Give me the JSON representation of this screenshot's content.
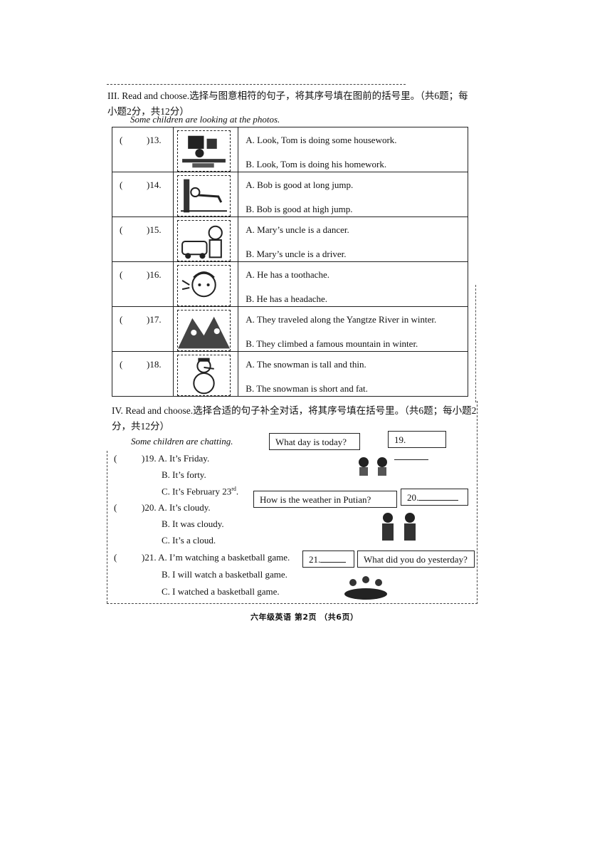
{
  "section3": {
    "title": "III. Read and choose.选择与图意相符的句子，将其序号填在图前的括号里。（共6题；每小题2分，共12分）",
    "subtitle": "Some children are looking at the photos.",
    "items": [
      {
        "paren": "(",
        "num": ")13.",
        "a": "A. Look, Tom is doing some housework.",
        "b": "B. Look, Tom is doing his homework.",
        "image": "boy-at-desk-icon"
      },
      {
        "paren": "(",
        "num": ")14.",
        "a": "A. Bob is good at long jump.",
        "b": "B. Bob is good at high jump.",
        "image": "high-jump-icon"
      },
      {
        "paren": "(",
        "num": ")15.",
        "a": "A. Mary’s uncle is a dancer.",
        "b": "B. Mary’s uncle is a driver.",
        "image": "driver-car-icon"
      },
      {
        "paren": "(",
        "num": ")16.",
        "a": "A. He has a toothache.",
        "b": "B. He has a headache.",
        "image": "headache-icon"
      },
      {
        "paren": "(",
        "num": ")17.",
        "a": "A. They traveled along the Yangtze River in winter.",
        "b": "B. They climbed a famous mountain in winter.",
        "image": "mountain-climb-icon"
      },
      {
        "paren": "(",
        "num": ")18.",
        "a": "A. The snowman is tall and thin.",
        "b": "B. The snowman is short and fat.",
        "image": "snowman-icon"
      }
    ]
  },
  "section4": {
    "title": "IV. Read and choose.选择合适的句子补全对话，将其序号填在括号里。（共6题；每小题2分，共12分）",
    "subtitle": "Some children are chatting.",
    "q19": {
      "paren": "(",
      "a": ")19. A. It’s Friday.",
      "b": "B. It’s forty.",
      "c": "C. It’s February 23",
      "c_sup": "rd",
      "c_end": "."
    },
    "q20": {
      "paren": "(",
      "a": ")20. A. It’s cloudy.",
      "b": "B. It was cloudy.",
      "c": "C. It’s a cloud."
    },
    "q21": {
      "paren": "(",
      "a": ")21. A. I’m watching a basketball game.",
      "b": "B. I will watch a basketball game.",
      "c": "C. I watched a basketball game."
    },
    "bubbles": {
      "b19_q": "What day is today?",
      "b19_a": "19.",
      "b20_q": "How is the weather in Putian?",
      "b20_a": "20.",
      "b21_a": "21.",
      "b21_q": "What did you do yesterday?"
    }
  },
  "footer": "六年级英语  第2页  （共6页）"
}
